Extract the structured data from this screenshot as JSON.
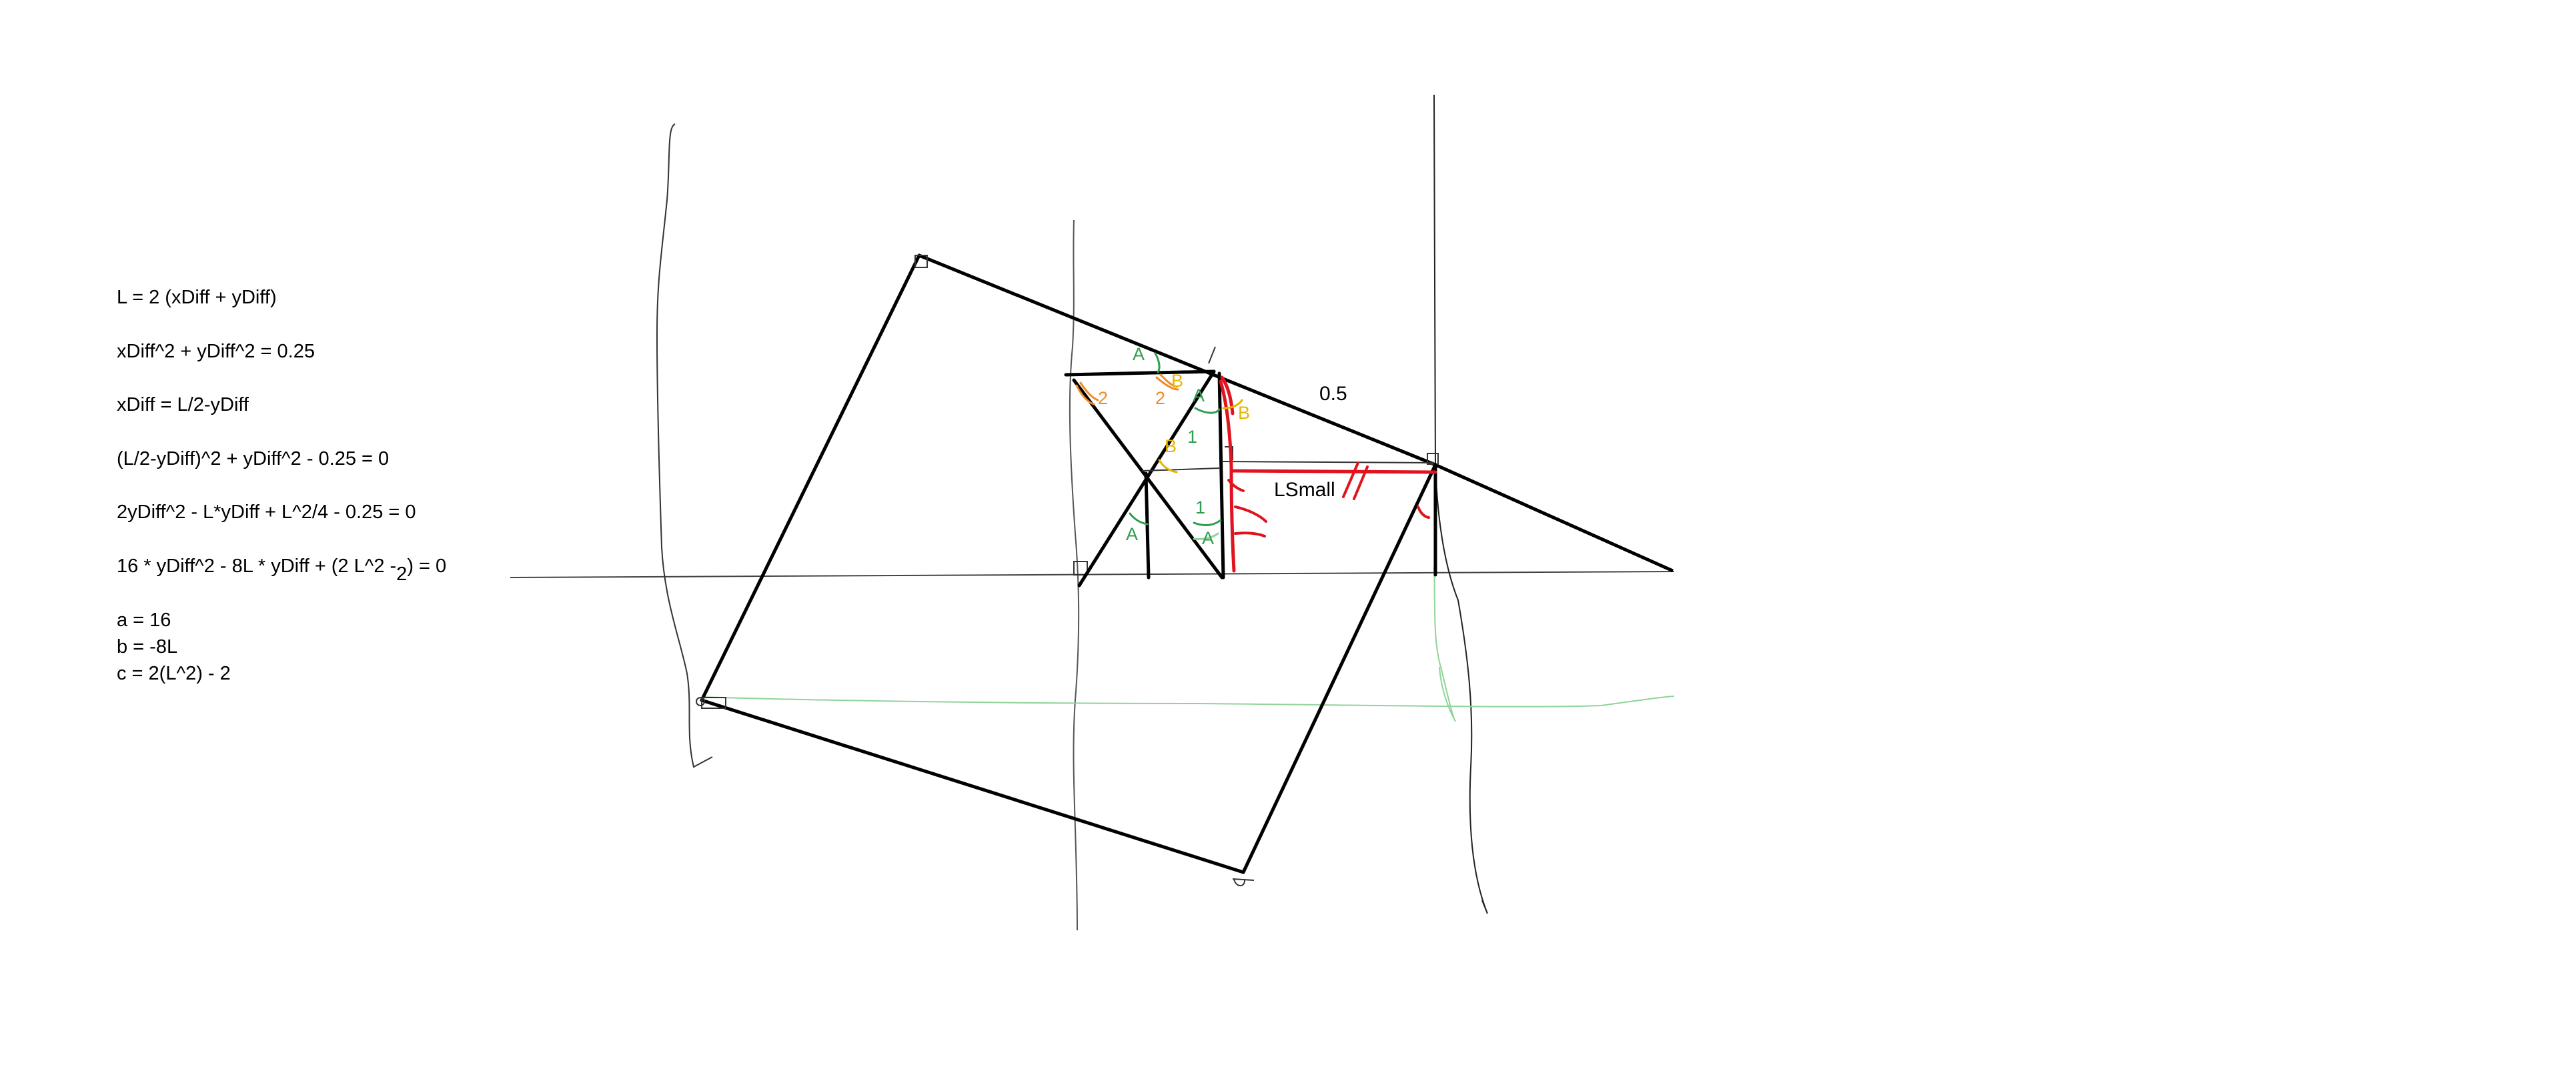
{
  "equations": {
    "l_def": "L = 2 (xDiff + yDiff)",
    "pythag": "xDiff^2 + yDiff^2 = 0.25",
    "xdiff_def": "xDiff = L/2-yDiff",
    "substituted": "(L/2-yDiff)^2 + yDiff^2 - 0.25 = 0",
    "expanded": "2yDiff^2 - L*yDiff + L^2/4 - 0.25 = 0",
    "scaled_main": "16 * yDiff^2 - 8L * yDiff + (2 L^2 -",
    "scaled_sub": "2",
    "scaled_close": ") = 0",
    "coef_a": "a = 16",
    "coef_b": "b = -8L",
    "coef_c": "c = 2(L^2) - 2"
  },
  "diagram_labels": {
    "half": "0.5",
    "lsmall": "LSmall",
    "angle_a": "A",
    "angle_b": "B",
    "two": "2",
    "one": "1"
  },
  "colors": {
    "ink": "#000000",
    "thin_ink": "#333333",
    "green": "#2e9e4f",
    "light_green": "#8fd49a",
    "orange": "#f08a24",
    "yellow": "#e8b400",
    "red": "#e0141e"
  }
}
